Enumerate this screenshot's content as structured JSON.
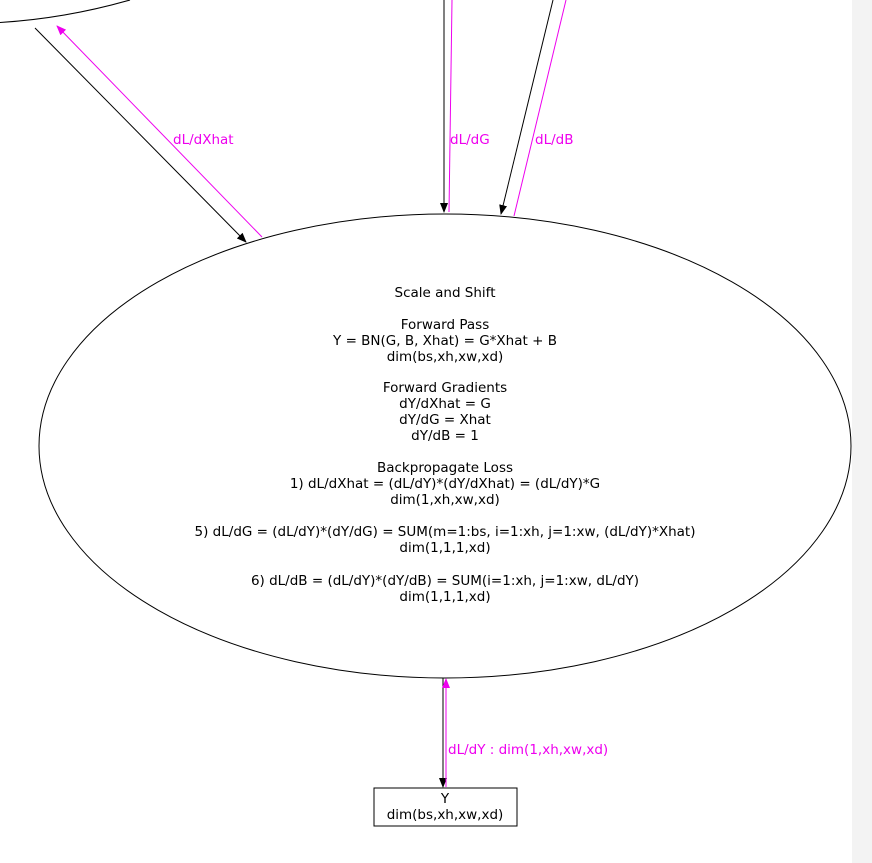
{
  "colors": {
    "gradient": "#ee00ee",
    "forward": "#000000",
    "background": "#ffffff",
    "scrollbar": "#f3f3f3"
  },
  "edge_labels": {
    "dl_dxhat": "dL/dXhat",
    "dl_dg": "dL/dG",
    "dl_db": "dL/dB",
    "dl_dy": "dL/dY : dim(1,xh,xw,xd)"
  },
  "scale_shift_node": {
    "title": "Scale and Shift",
    "forward_pass": {
      "heading": "Forward Pass",
      "formula": "Y = BN(G, B, Xhat) = G*Xhat + B",
      "dim": "dim(bs,xh,xw,xd)"
    },
    "forward_gradients": {
      "heading": "Forward Gradients",
      "d_xhat": "dY/dXhat = G",
      "d_g": "dY/dG = Xhat",
      "d_b": "dY/dB = 1"
    },
    "backprop": {
      "heading": "Backpropagate Loss",
      "step1": "1) dL/dXhat = (dL/dY)*(dY/dXhat) = (dL/dY)*G",
      "step1_dim": "dim(1,xh,xw,xd)",
      "step5": "5) dL/dG = (dL/dY)*(dY/dG) = SUM(m=1:bs, i=1:xh, j=1:xw, (dL/dY)*Xhat)",
      "step5_dim": "dim(1,1,1,xd)",
      "step6": "6) dL/dB = (dL/dY)*(dY/dB) = SUM(i=1:xh, j=1:xw, dL/dY)",
      "step6_dim": "dim(1,1,1,xd)"
    }
  },
  "y_node": {
    "label": "Y",
    "dim": "dim(bs,xh,xw,xd)"
  }
}
